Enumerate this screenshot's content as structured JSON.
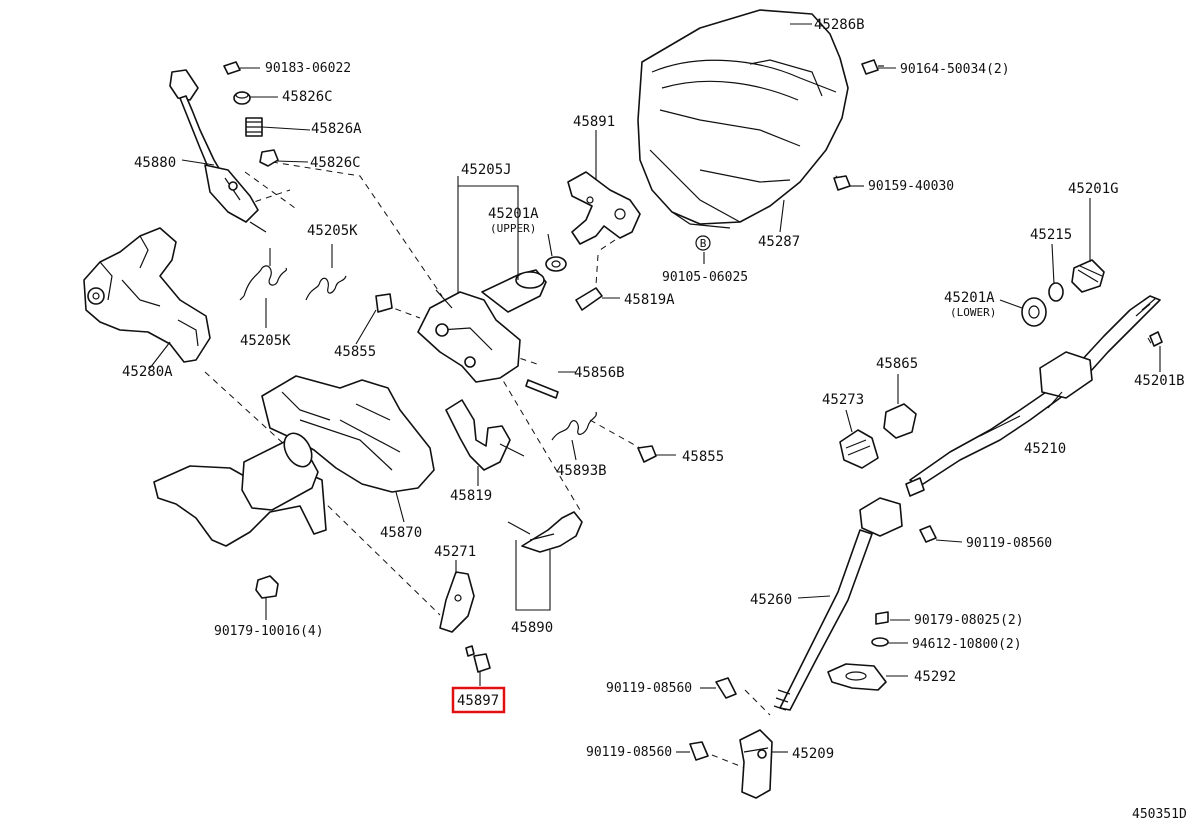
{
  "diagram_id": "450351D",
  "highlighted_part": "45897",
  "colors": {
    "line": "#111111",
    "highlight": "#e01010",
    "background": "#ffffff"
  },
  "labels": {
    "p90183_06022": "90183-06022",
    "p45826c_a": "45826C",
    "p45826a": "45826A",
    "p45826c_b": "45826C",
    "p45880": "45880",
    "p45205k_a": "45205K",
    "p45205k_b": "45205K",
    "p45280a": "45280A",
    "p45855_a": "45855",
    "p45205j": "45205J",
    "p45201a_upper": "45201A",
    "upper_note": "(UPPER)",
    "p45891": "45891",
    "p45819a": "45819A",
    "p90105_06025": "90105-06025",
    "p45286b": "45286B",
    "p90164_50034": "90164-50034(2)",
    "p90159_40030": "90159-40030",
    "p45287": "45287",
    "p45201g": "45201G",
    "p45215": "45215",
    "p45201a_lower": "45201A",
    "lower_note": "(LOWER)",
    "p45201b": "45201B",
    "p45865": "45865",
    "p45273": "45273",
    "p45210": "45210",
    "p45856b": "45856B",
    "p45855_b": "45855",
    "p45893b": "45893B",
    "p45819": "45819",
    "p45870": "45870",
    "p45271": "45271",
    "p45890": "45890",
    "p90179_10016": "90179-10016(4)",
    "p45897": "45897",
    "p90119_08560_a": "90119-08560",
    "p45260": "45260",
    "p90179_08025": "90179-08025(2)",
    "p94612_10800": "94612-10800(2)",
    "p45292": "45292",
    "p90119_08560_b": "90119-08560",
    "p90119_08560_c": "90119-08560",
    "p45209": "45209",
    "circle_b": "B"
  }
}
